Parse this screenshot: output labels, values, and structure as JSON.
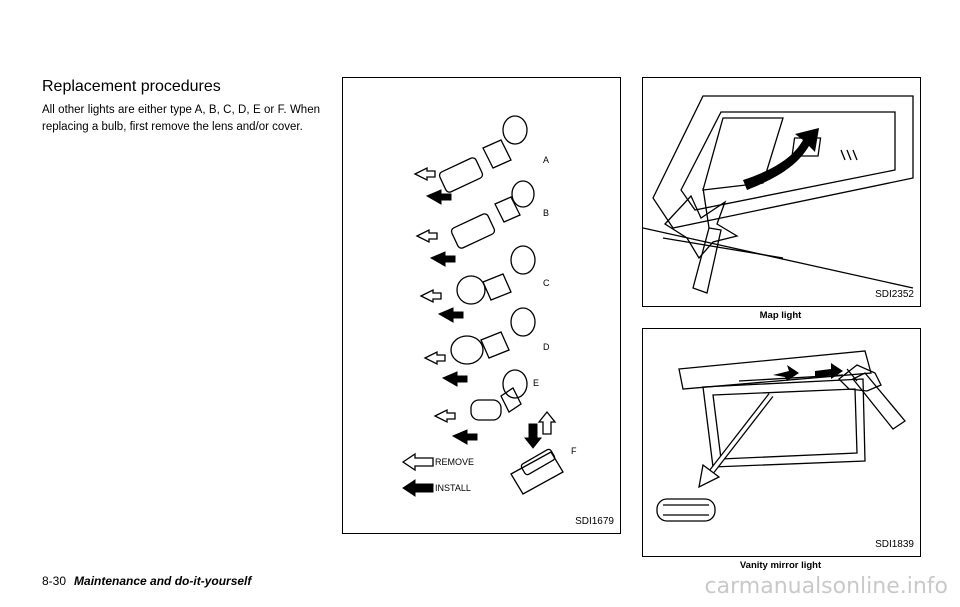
{
  "section": {
    "heading": "Replacement procedures",
    "body": "All other lights are either type A, B, C, D, E or F. When replacing a bulb, first remove the lens and/or cover."
  },
  "figure_bulbs": {
    "code": "SDI1679",
    "labels": [
      "A",
      "B",
      "C",
      "D",
      "E",
      "F"
    ],
    "legend_remove": "REMOVE",
    "legend_install": "INSTALL"
  },
  "figure_map": {
    "code": "SDI2352",
    "caption": "Map light"
  },
  "figure_vanity": {
    "code": "SDI1839",
    "caption": "Vanity mirror light"
  },
  "footer": {
    "page": "8-30",
    "section": "Maintenance and do-it-yourself"
  },
  "watermark": "carmanualsonline.info"
}
